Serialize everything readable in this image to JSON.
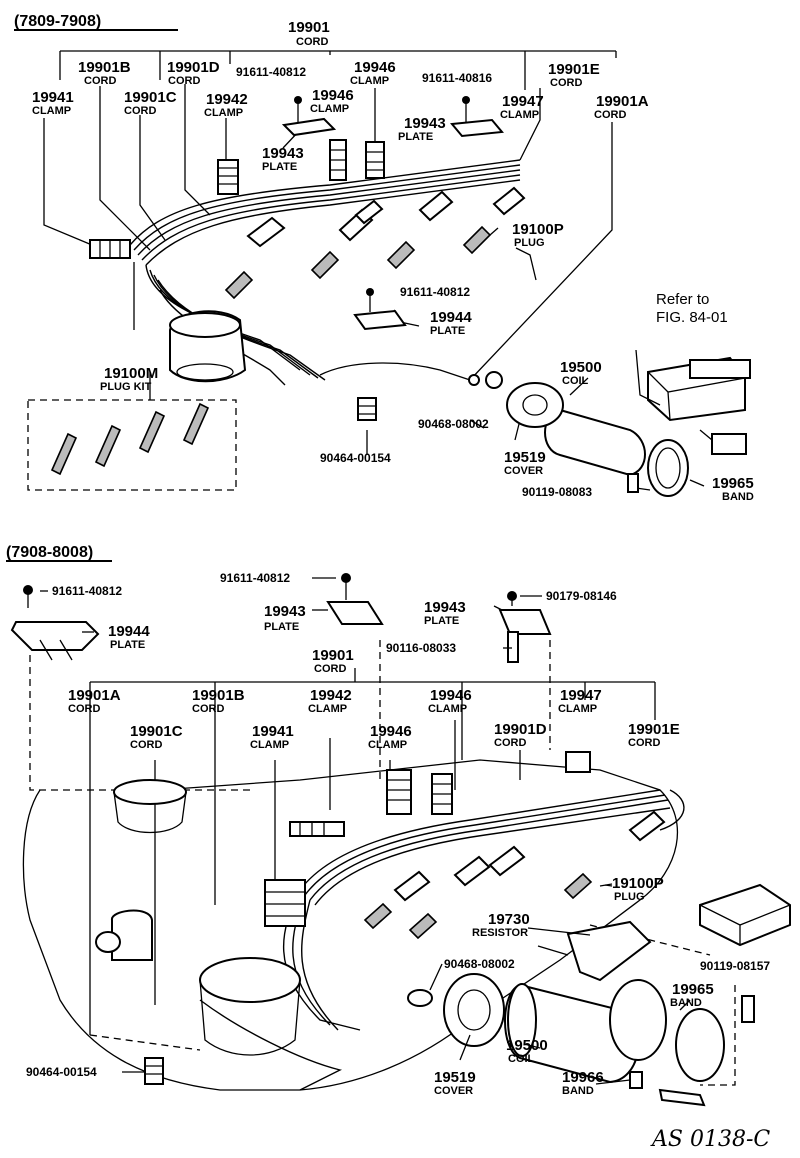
{
  "sections": {
    "top": "(7809-7908)",
    "bottom": "(7908-8008)"
  },
  "top": {
    "l_19901": {
      "num": "19901",
      "name": "CORD"
    },
    "l_19901B": {
      "num": "19901B",
      "name": "CORD"
    },
    "l_19901D": {
      "num": "19901D",
      "name": "CORD"
    },
    "l_19946a": {
      "num": "19946",
      "name": "CLAMP"
    },
    "l_bolt1": {
      "num": "91611-40812"
    },
    "l_19946b": {
      "num": "19946",
      "name": "CLAMP"
    },
    "l_bolt2": {
      "num": "91611-40816"
    },
    "l_19901E": {
      "num": "19901E",
      "name": "CORD"
    },
    "l_19941": {
      "num": "19941",
      "name": "CLAMP"
    },
    "l_19901C": {
      "num": "19901C",
      "name": "CORD"
    },
    "l_19942": {
      "num": "19942",
      "name": "CLAMP"
    },
    "l_19947": {
      "num": "19947",
      "name": "CLAMP"
    },
    "l_19943a": {
      "num": "19943",
      "name": "PLATE"
    },
    "l_19901A": {
      "num": "19901A",
      "name": "CORD"
    },
    "l_19943b": {
      "num": "19943",
      "name": "PLATE"
    },
    "l_19100P": {
      "num": "19100P",
      "name": "PLUG"
    },
    "l_bolt3": {
      "num": "91611-40812"
    },
    "l_19944": {
      "num": "19944",
      "name": "PLATE"
    },
    "l_refer": {
      "line1": "Refer to",
      "line2": "FIG. 84-01"
    },
    "l_19100M": {
      "num": "19100M",
      "name": "PLUG KIT"
    },
    "l_19500": {
      "num": "19500",
      "name": "COIL"
    },
    "l_90468": {
      "num": "90468-08002"
    },
    "l_19519": {
      "num": "19519",
      "name": "COVER"
    },
    "l_90464": {
      "num": "90464-00154"
    },
    "l_19965": {
      "num": "19965",
      "name": "BAND"
    },
    "l_90119": {
      "num": "90119-08083"
    }
  },
  "bottom": {
    "l_bolt1": {
      "num": "91611-40812"
    },
    "l_19944": {
      "num": "19944",
      "name": "PLATE"
    },
    "l_bolt2": {
      "num": "91611-40812"
    },
    "l_19943a": {
      "num": "19943",
      "name": "PLATE"
    },
    "l_19943b": {
      "num": "19943",
      "name": "PLATE"
    },
    "l_90179": {
      "num": "90179-08146"
    },
    "l_90116": {
      "num": "90116-08033"
    },
    "l_19901": {
      "num": "19901",
      "name": "CORD"
    },
    "l_19901A": {
      "num": "19901A",
      "name": "CORD"
    },
    "l_19901B": {
      "num": "19901B",
      "name": "CORD"
    },
    "l_19942": {
      "num": "19942",
      "name": "CLAMP"
    },
    "l_19946a": {
      "num": "19946",
      "name": "CLAMP"
    },
    "l_19947": {
      "num": "19947",
      "name": "CLAMP"
    },
    "l_19901C": {
      "num": "19901C",
      "name": "CORD"
    },
    "l_19941": {
      "num": "19941",
      "name": "CLAMP"
    },
    "l_19946b": {
      "num": "19946",
      "name": "CLAMP"
    },
    "l_19901D": {
      "num": "19901D",
      "name": "CORD"
    },
    "l_19901E": {
      "num": "19901E",
      "name": "CORD"
    },
    "l_19100P": {
      "num": "19100P",
      "name": "PLUG"
    },
    "l_19730": {
      "num": "19730",
      "name": "RESISTOR"
    },
    "l_90468": {
      "num": "90468-08002"
    },
    "l_90119": {
      "num": "90119-08157"
    },
    "l_19965": {
      "num": "19965",
      "name": "BAND"
    },
    "l_19500": {
      "num": "19500",
      "name": "COIL"
    },
    "l_90464": {
      "num": "90464-00154"
    },
    "l_19519": {
      "num": "19519",
      "name": "COVER"
    },
    "l_19966": {
      "num": "19966",
      "name": "BAND"
    }
  },
  "stamp": "AS 0138-C"
}
